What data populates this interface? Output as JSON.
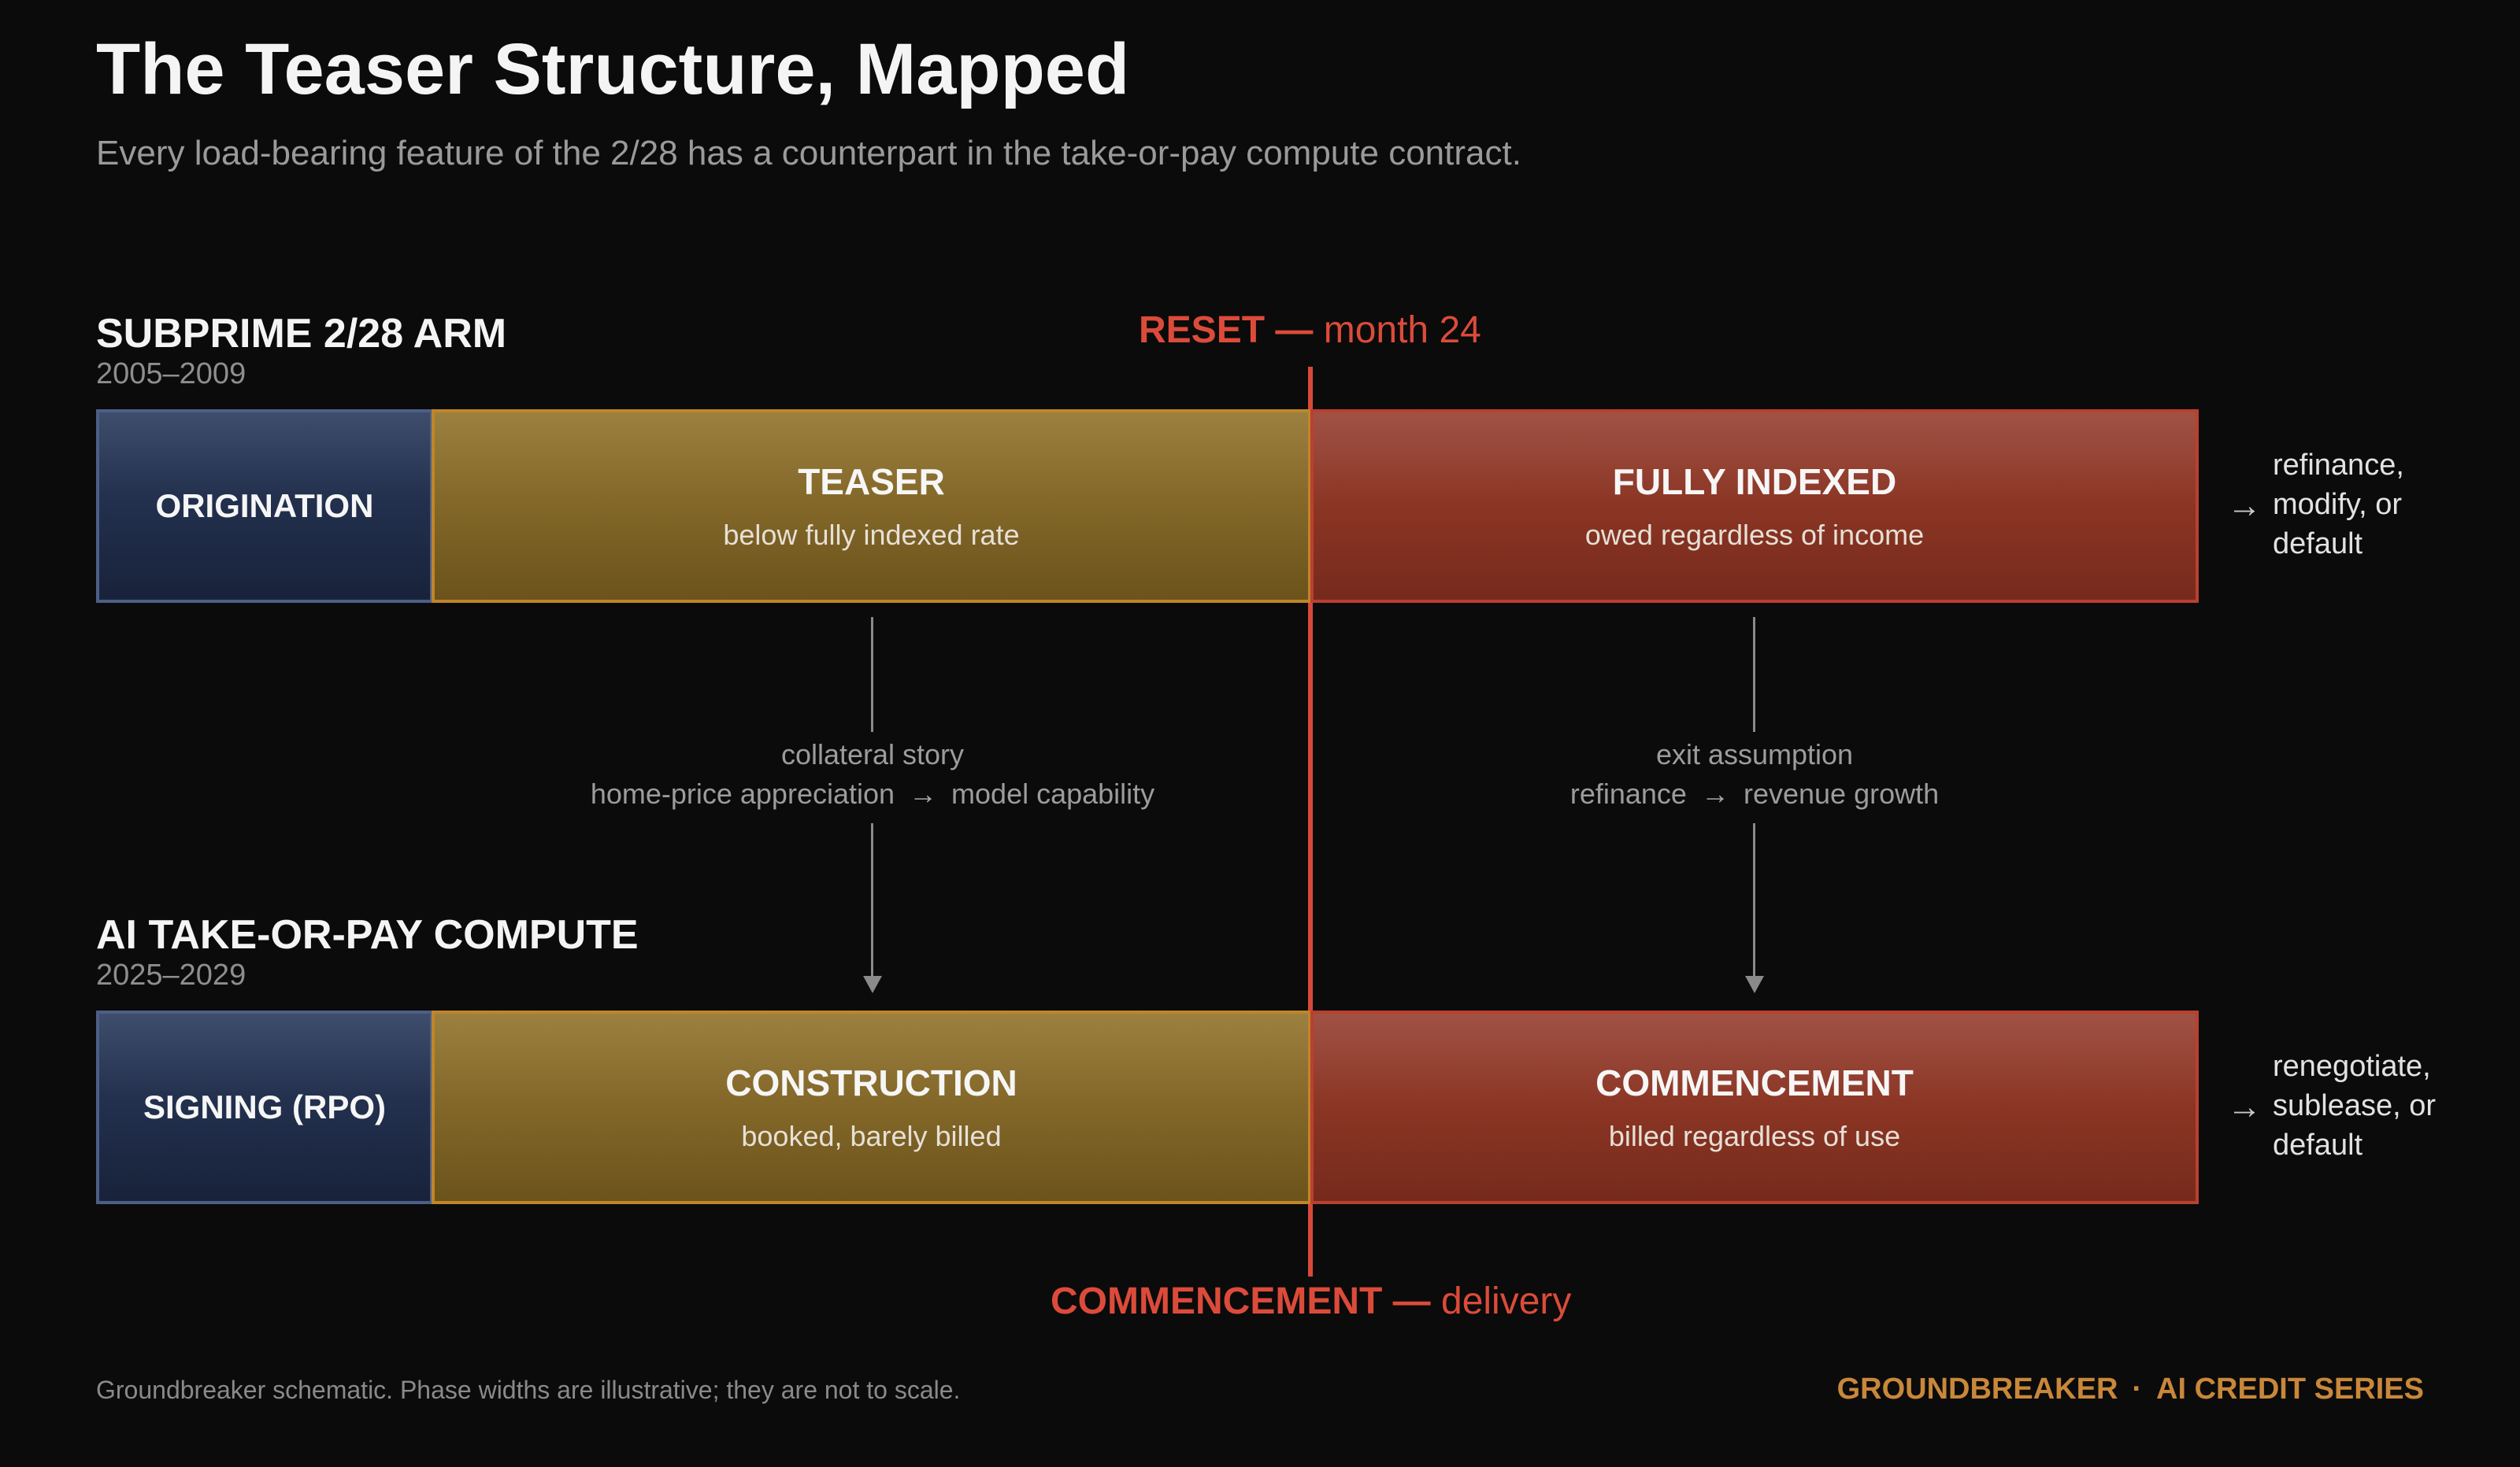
{
  "header": {
    "title": "The Teaser Structure, Mapped",
    "subtitle": "Every load-bearing feature of the 2/28 has a counterpart in the take-or-pay compute contract."
  },
  "reset_marker": {
    "label": "RESET —",
    "detail": "month 24"
  },
  "commencement_marker": {
    "label": "COMMENCEMENT —",
    "detail": "delivery"
  },
  "rows": [
    {
      "title": "SUBPRIME 2/28 ARM",
      "years": "2005–2009",
      "phases": [
        {
          "label": "ORIGINATION",
          "sub": ""
        },
        {
          "label": "TEASER",
          "sub": "below fully indexed rate"
        },
        {
          "label": "FULLY INDEXED",
          "sub": "owed regardless of income"
        }
      ],
      "outcome_lines": [
        "refinance,",
        "modify, or",
        "default"
      ]
    },
    {
      "title": "AI TAKE-OR-PAY COMPUTE",
      "years": "2025–2029",
      "phases": [
        {
          "label": "SIGNING (RPO)",
          "sub": ""
        },
        {
          "label": "CONSTRUCTION",
          "sub": "booked, barely billed"
        },
        {
          "label": "COMMENCEMENT",
          "sub": "billed regardless of use"
        }
      ],
      "outcome_lines": [
        "renegotiate,",
        "sublease, or",
        "default"
      ]
    }
  ],
  "connectors": [
    {
      "caption": "collateral story",
      "from": "home-price appreciation",
      "to": "model capability"
    },
    {
      "caption": "exit assumption",
      "from": "refinance",
      "to": "revenue growth"
    }
  ],
  "arrow_glyph": "→",
  "footer": {
    "note": "Groundbreaker schematic. Phase widths are illustrative; they are not to scale.",
    "brand_left": "GROUNDBREAKER",
    "brand_sep": "·",
    "brand_right": "AI CREDIT SERIES"
  },
  "colors": {
    "background": "#0b0b0b",
    "origination": "#1f2b47",
    "teaser": "#85692a",
    "indexed": "#8b3524",
    "accent_red": "#dc4b3a",
    "brand": "#c9873a"
  }
}
